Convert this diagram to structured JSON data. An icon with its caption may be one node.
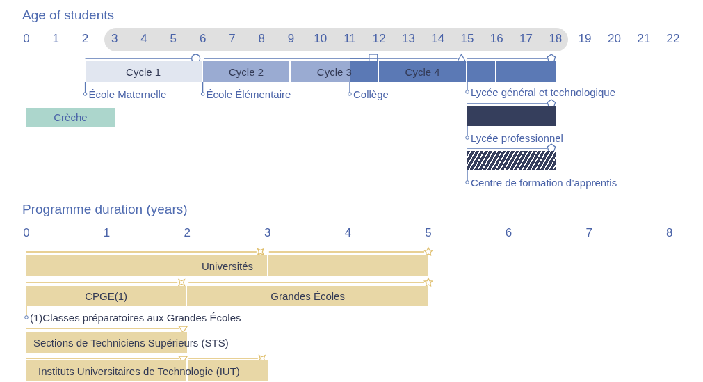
{
  "diagram": {
    "nodes": [
      {
        "text": [
          "Cycle 1"
        ]
      },
      {
        "text": [
          "Cycle 2"
        ]
      },
      {
        "text": [
          "Cycle 3"
        ]
      },
      {
        "text": [
          "Cycle 4"
        ]
      },
      {
        "text": [],
        "shape": "bar"
      },
      {
        "text": [],
        "shape": "bar"
      },
      {
        "text": [
          "École Maternelle"
        ]
      },
      {
        "text": [
          "École Élémentaire"
        ]
      },
      {
        "text": [
          "Collège"
        ]
      },
      {
        "text": [
          "Lycée général et technologique"
        ]
      },
      {
        "text": [
          "Crèche"
        ]
      },
      {
        "text": [],
        "shape": "bar"
      },
      {
        "text": [
          "Lycée professionnel"
        ]
      },
      {
        "text": [],
        "shape": "bar"
      },
      {
        "text": [
          "Centre de formation d’apprentis"
        ]
      },
      {
        "text": [
          "Universités"
        ]
      },
      {
        "text": [
          "CPGE(1)"
        ]
      },
      {
        "text": [
          "Grandes Écoles"
        ]
      },
      {
        "text": [
          "(1)Classes préparatoires aux Grandes Écoles"
        ]
      },
      {
        "text": [
          "Sections de Techniciens Supérieurs (STS)"
        ]
      },
      {
        "text": [
          "Instituts Universitaires de Technologie (IUT)"
        ]
      }
    ],
    "edges": [
      {
        "from": 6,
        "to": 0,
        "arrow": "other"
      },
      {
        "from": 7,
        "to": 1,
        "arrow": "other"
      },
      {
        "from": 8,
        "to": 2,
        "arrow": "other"
      },
      {
        "from": 9,
        "to": 4,
        "arrow": "other"
      },
      {
        "from": 12,
        "to": 11,
        "arrow": "other"
      },
      {
        "from": 14,
        "to": 13,
        "arrow": "other"
      },
      {
        "from": 18,
        "to": 16,
        "arrow": "other",
        "color": "#e0c070"
      }
    ],
    "labels": [
      "Age of students",
      "0",
      "1",
      "2",
      "3",
      "4",
      "5",
      "6",
      "7",
      "8",
      "9",
      "10",
      "11",
      "12",
      "13",
      "14",
      "15",
      "16",
      "17",
      "18",
      "19",
      "20",
      "21",
      "22",
      "Programme duration (years)",
      "0",
      "1",
      "2",
      "3",
      "4",
      "5",
      "6",
      "7",
      "8"
    ]
  }
}
